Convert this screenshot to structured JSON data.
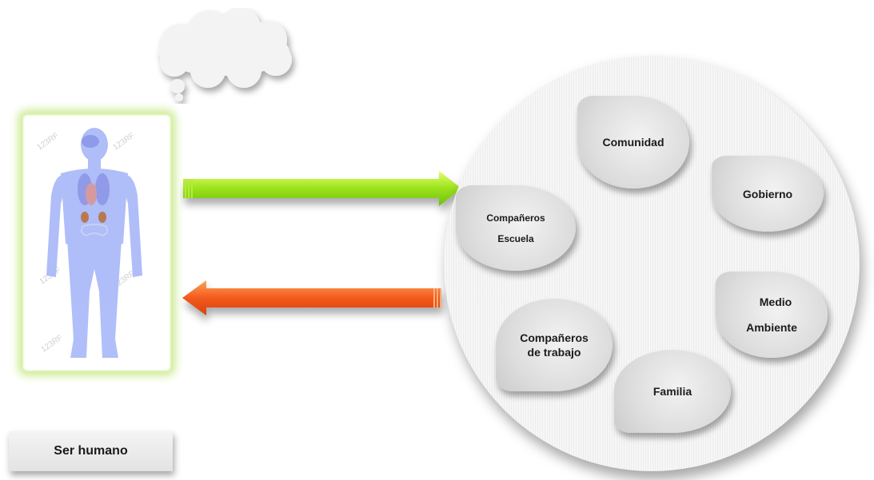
{
  "human_label": "Ser humano",
  "circles": {
    "comunidad": "Comunidad",
    "gobierno": "Gobierno",
    "companeros_escuela": [
      "Compañeros",
      "Escuela"
    ],
    "medio_ambiente": [
      "Medio",
      "Ambiente"
    ],
    "companeros_trabajo": [
      "Compañeros",
      "de trabajo"
    ],
    "familia": "Familia"
  },
  "watermark": "123RF",
  "colors": {
    "arrow_right": "#8fdc18",
    "arrow_left": "#f2541b",
    "frame_glow": "#d3ee9e",
    "figure": "#a9b8f8"
  }
}
